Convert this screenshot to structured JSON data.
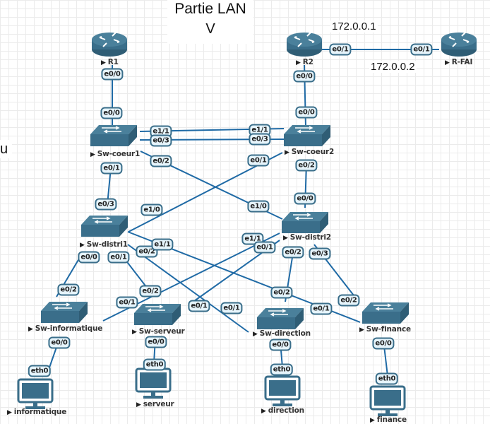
{
  "title": {
    "line1": "Partie LAN",
    "line2": "V"
  },
  "side_text": "u",
  "ip_labels": [
    {
      "id": "ip-r2",
      "text": "172.0.0.1"
    },
    {
      "id": "ip-rfai",
      "text": "172.0.0.2"
    }
  ],
  "colors": {
    "device": "#3a6e8a",
    "link": "#1f6aa5",
    "port_bg": "#e6f4fb"
  },
  "nodes": [
    {
      "id": "R1",
      "type": "router",
      "label": "R1"
    },
    {
      "id": "R2",
      "type": "router",
      "label": "R2"
    },
    {
      "id": "R-FAI",
      "type": "router",
      "label": "R-FAI"
    },
    {
      "id": "Sw-coeur1",
      "type": "switch",
      "label": "Sw-coeur1"
    },
    {
      "id": "Sw-coeur2",
      "type": "switch",
      "label": "Sw-coeur2"
    },
    {
      "id": "Sw-distri1",
      "type": "switch",
      "label": "Sw-distri1"
    },
    {
      "id": "Sw-distri2",
      "type": "switch",
      "label": "Sw-distri2"
    },
    {
      "id": "Sw-informatique",
      "type": "switch",
      "label": "Sw-informatique"
    },
    {
      "id": "Sw-serveur",
      "type": "switch",
      "label": "Sw-serveur"
    },
    {
      "id": "Sw-direction",
      "type": "switch",
      "label": "Sw-direction"
    },
    {
      "id": "Sw-finance",
      "type": "switch",
      "label": "Sw-finance"
    },
    {
      "id": "informatique",
      "type": "pc",
      "label": "informatique"
    },
    {
      "id": "serveur",
      "type": "pc",
      "label": "serveur"
    },
    {
      "id": "direction",
      "type": "pc",
      "label": "direction"
    },
    {
      "id": "finance",
      "type": "pc",
      "label": "finance"
    }
  ],
  "links": [
    {
      "a": "R1",
      "a_port": "e0/0",
      "b": "Sw-coeur1",
      "b_port": "e0/0"
    },
    {
      "a": "R2",
      "a_port": "e0/0",
      "b": "Sw-coeur2",
      "b_port": "e0/0"
    },
    {
      "a": "R2",
      "a_port": "e0/1",
      "b": "R-FAI",
      "b_port": "e0/1"
    },
    {
      "a": "Sw-coeur1",
      "a_port": "e1/1",
      "b": "Sw-coeur2",
      "b_port": "e1/1"
    },
    {
      "a": "Sw-coeur1",
      "a_port": "e0/3",
      "b": "Sw-coeur2",
      "b_port": "e0/3"
    },
    {
      "a": "Sw-coeur1",
      "a_port": "e0/2",
      "b": "Sw-distri2",
      "b_port": "e1/0"
    },
    {
      "a": "Sw-coeur2",
      "a_port": "e0/1",
      "b": "Sw-distri1",
      "b_port": "e1/0"
    },
    {
      "a": "Sw-coeur1",
      "a_port": "e0/1",
      "b": "Sw-distri1",
      "b_port": "e0/3"
    },
    {
      "a": "Sw-coeur2",
      "a_port": "e0/2",
      "b": "Sw-distri2",
      "b_port": "e0/0"
    },
    {
      "a": "Sw-distri1",
      "a_port": "e0/0",
      "b": "Sw-informatique",
      "b_port": "e0/2"
    },
    {
      "a": "Sw-distri1",
      "a_port": "e0/1",
      "b": "Sw-serveur",
      "b_port": "e0/2"
    },
    {
      "a": "Sw-distri1",
      "a_port": "e0/2",
      "b": "Sw-direction",
      "b_port": "e0/1"
    },
    {
      "a": "Sw-distri1",
      "a_port": "e1/1",
      "b": "Sw-finance",
      "b_port": "e0/1"
    },
    {
      "a": "Sw-distri2",
      "a_port": "e1/1",
      "b": "Sw-informatique",
      "b_port": "e0/1"
    },
    {
      "a": "Sw-distri2",
      "a_port": "e0/1",
      "b": "Sw-serveur",
      "b_port": "e0/1"
    },
    {
      "a": "Sw-distri2",
      "a_port": "e0/2",
      "b": "Sw-direction",
      "b_port": "e0/2"
    },
    {
      "a": "Sw-distri2",
      "a_port": "e0/3",
      "b": "Sw-finance",
      "b_port": "e0/2"
    },
    {
      "a": "Sw-informatique",
      "a_port": "e0/0",
      "b": "informatique",
      "b_port": "eth0"
    },
    {
      "a": "Sw-serveur",
      "a_port": "e0/0",
      "b": "serveur",
      "b_port": "eth0"
    },
    {
      "a": "Sw-direction",
      "a_port": "e0/0",
      "b": "direction",
      "b_port": "eth0"
    },
    {
      "a": "Sw-finance",
      "a_port": "e0/0",
      "b": "finance",
      "b_port": "eth0"
    }
  ]
}
